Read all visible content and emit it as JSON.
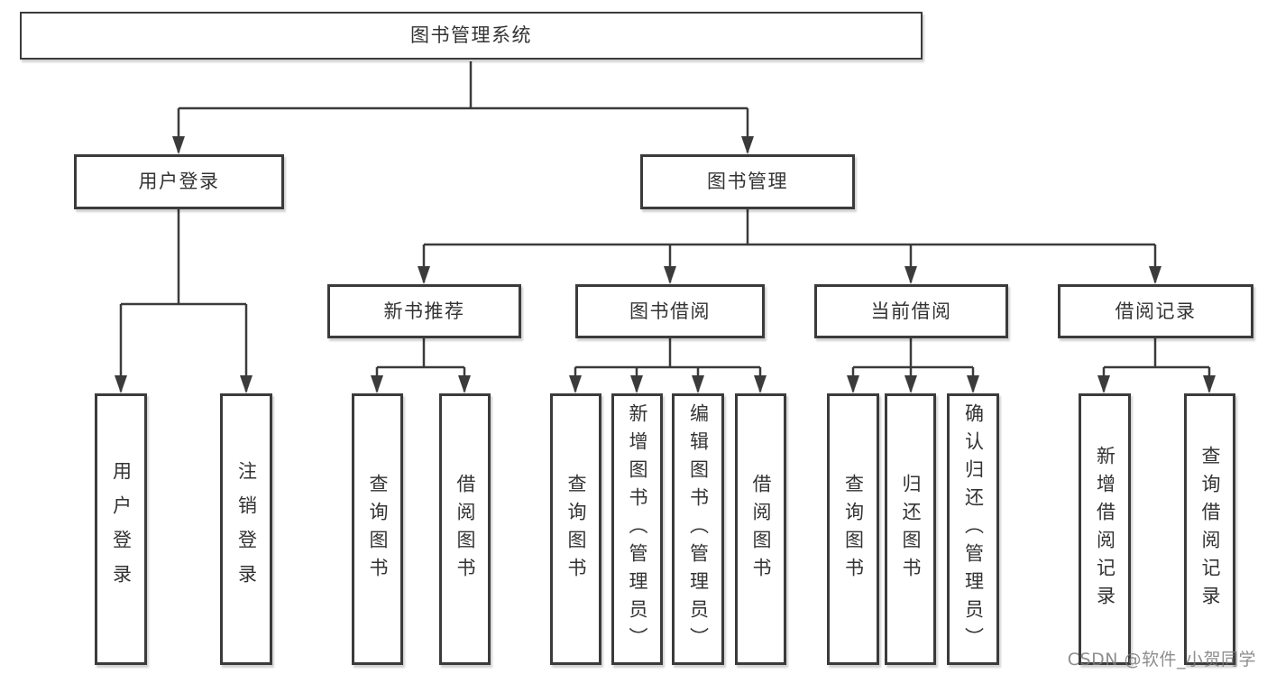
{
  "diagram": {
    "root": {
      "label": "图书管理系统"
    },
    "branches": [
      {
        "label": "用户登录",
        "children": [
          {
            "label": "用户登录"
          },
          {
            "label": "注销登录"
          }
        ]
      },
      {
        "label": "图书管理",
        "children": [
          {
            "label": "新书推荐",
            "children": [
              {
                "label": "查询图书"
              },
              {
                "label": "借阅图书"
              }
            ]
          },
          {
            "label": "图书借阅",
            "children": [
              {
                "label": "查询图书"
              },
              {
                "label": "新增图书（管理员）"
              },
              {
                "label": "编辑图书（管理员）"
              },
              {
                "label": "借阅图书"
              }
            ]
          },
          {
            "label": "当前借阅",
            "children": [
              {
                "label": "查询图书"
              },
              {
                "label": "归还图书"
              },
              {
                "label": "确认归还（管理员）"
              }
            ]
          },
          {
            "label": "借阅记录",
            "children": [
              {
                "label": "新增借阅记录"
              },
              {
                "label": "查询借阅记录"
              }
            ]
          }
        ]
      }
    ]
  },
  "watermark": {
    "text": "CSDN @软件_小贺同学"
  },
  "colors": {
    "line": "#3b3b3b",
    "text": "#333333",
    "background": "#ffffff",
    "watermark": "#7a7a7a"
  }
}
